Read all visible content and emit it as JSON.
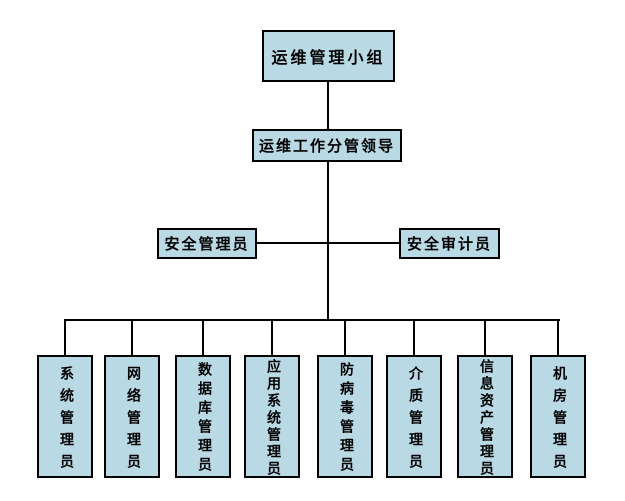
{
  "org_chart": {
    "type": "org-hierarchy",
    "root": "运维管理小组",
    "deputy": "运维工作分管领导",
    "staff_left": "安全管理员",
    "staff_right": "安全审计员",
    "leaves": [
      "系统管理员",
      "网络管理员",
      "数据库管理员",
      "应用系统管理员",
      "防病毒管理员",
      "介质管理员",
      "信息资产管理员",
      "机房管理员"
    ],
    "colors": {
      "box_fill": "#b9d9e5",
      "box_border": "#000000",
      "connector_line": "#000000",
      "text": "#000000",
      "background": "#ffffff"
    }
  }
}
